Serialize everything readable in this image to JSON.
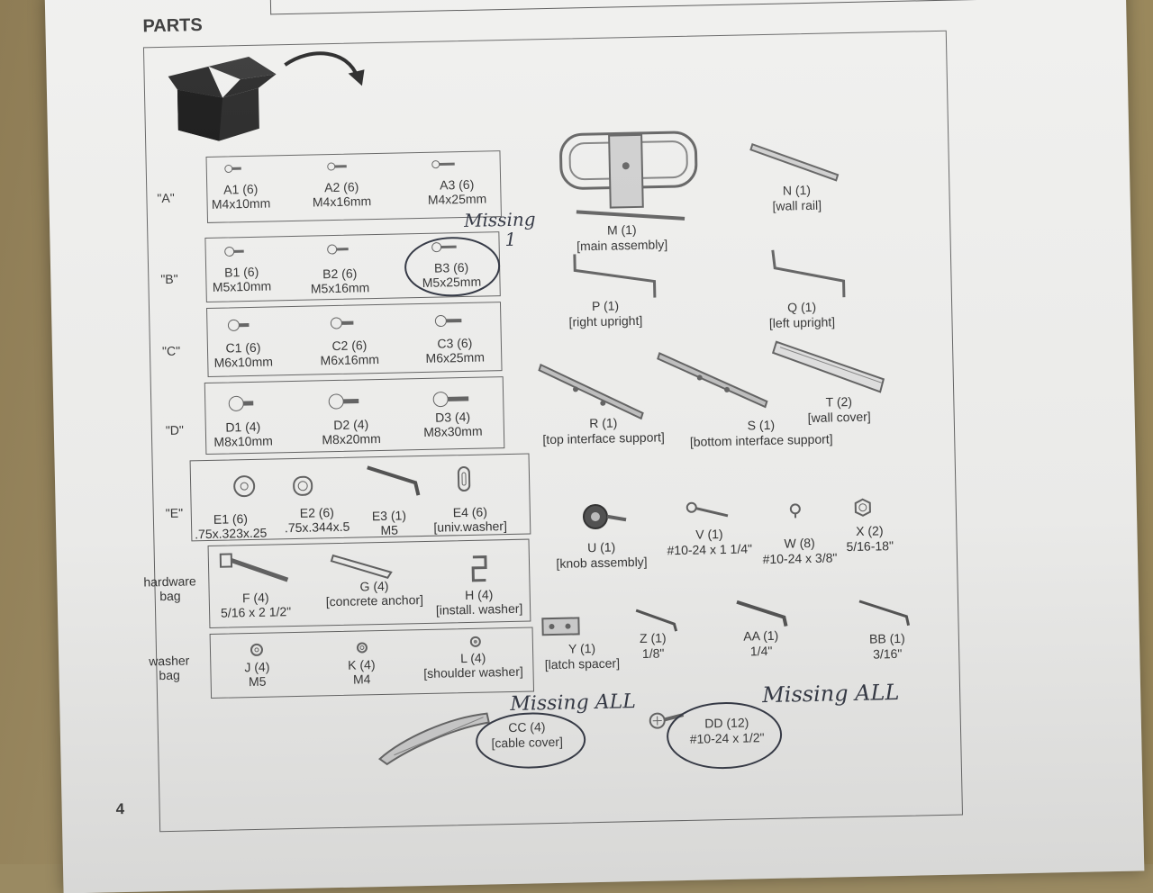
{
  "title": "PARTS",
  "page_number": "4",
  "groups": {
    "A": {
      "label": "\"A\"",
      "items": [
        {
          "name": "A1 (6)",
          "size": "M4x10mm"
        },
        {
          "name": "A2 (6)",
          "size": "M4x16mm"
        },
        {
          "name": "A3 (6)",
          "size": "M4x25mm"
        }
      ]
    },
    "B": {
      "label": "\"B\"",
      "items": [
        {
          "name": "B1 (6)",
          "size": "M5x10mm"
        },
        {
          "name": "B2 (6)",
          "size": "M5x16mm"
        },
        {
          "name": "B3 (6)",
          "size": "M5x25mm"
        }
      ]
    },
    "C": {
      "label": "\"C\"",
      "items": [
        {
          "name": "C1 (6)",
          "size": "M6x10mm"
        },
        {
          "name": "C2 (6)",
          "size": "M6x16mm"
        },
        {
          "name": "C3 (6)",
          "size": "M6x25mm"
        }
      ]
    },
    "D": {
      "label": "\"D\"",
      "items": [
        {
          "name": "D1 (4)",
          "size": "M8x10mm"
        },
        {
          "name": "D2 (4)",
          "size": "M8x20mm"
        },
        {
          "name": "D3 (4)",
          "size": "M8x30mm"
        }
      ]
    },
    "E": {
      "label": "\"E\"",
      "items": [
        {
          "name": "E1 (6)",
          "size": ".75x.323x.25"
        },
        {
          "name": "E2 (6)",
          "size": ".75x.344x.5"
        },
        {
          "name": "E3 (1)",
          "size": "M5"
        },
        {
          "name": "E4 (6)",
          "size": "[univ.washer]"
        }
      ]
    },
    "hardware": {
      "label": "hardware\nbag",
      "label1": "hardware",
      "label2": "bag",
      "items": [
        {
          "name": "F (4)",
          "size": "5/16 x 2 1/2\""
        },
        {
          "name": "G (4)",
          "size": "[concrete anchor]"
        },
        {
          "name": "H (4)",
          "size": "[install. washer]"
        }
      ]
    },
    "washer": {
      "label1": "washer",
      "label2": "bag",
      "items": [
        {
          "name": "J (4)",
          "size": "M5"
        },
        {
          "name": "K (4)",
          "size": "M4"
        },
        {
          "name": "L (4)",
          "size": "[shoulder washer]"
        }
      ]
    }
  },
  "parts": {
    "M": {
      "name": "M (1)",
      "desc": "[main assembly]"
    },
    "N": {
      "name": "N (1)",
      "desc": "[wall rail]"
    },
    "P": {
      "name": "P (1)",
      "desc": "[right upright]"
    },
    "Q": {
      "name": "Q (1)",
      "desc": "[left upright]"
    },
    "R": {
      "name": "R (1)",
      "desc": "[top interface support]"
    },
    "S": {
      "name": "S (1)",
      "desc": "[bottom interface support]"
    },
    "T": {
      "name": "T (2)",
      "desc": "[wall cover]"
    },
    "U": {
      "name": "U (1)",
      "desc": "[knob assembly]"
    },
    "V": {
      "name": "V (1)",
      "desc": "#10-24 x 1 1/4\""
    },
    "W": {
      "name": "W (8)",
      "desc": "#10-24 x 3/8\""
    },
    "X": {
      "name": "X (2)",
      "desc": "5/16-18\""
    },
    "Y": {
      "name": "Y (1)",
      "desc": "[latch spacer]"
    },
    "Z": {
      "name": "Z (1)",
      "desc": "1/8\""
    },
    "AA": {
      "name": "AA (1)",
      "desc": "1/4\""
    },
    "BB": {
      "name": "BB (1)",
      "desc": "3/16\""
    },
    "CC": {
      "name": "CC (4)",
      "desc": "[cable cover]"
    },
    "DD": {
      "name": "DD (12)",
      "desc": "#10-24 x 1/2\""
    }
  },
  "handwritten": {
    "b3_note_1": "Missing",
    "b3_note_2": "1",
    "cc_note": "Missing ALL",
    "dd_note": "Missing ALL"
  }
}
